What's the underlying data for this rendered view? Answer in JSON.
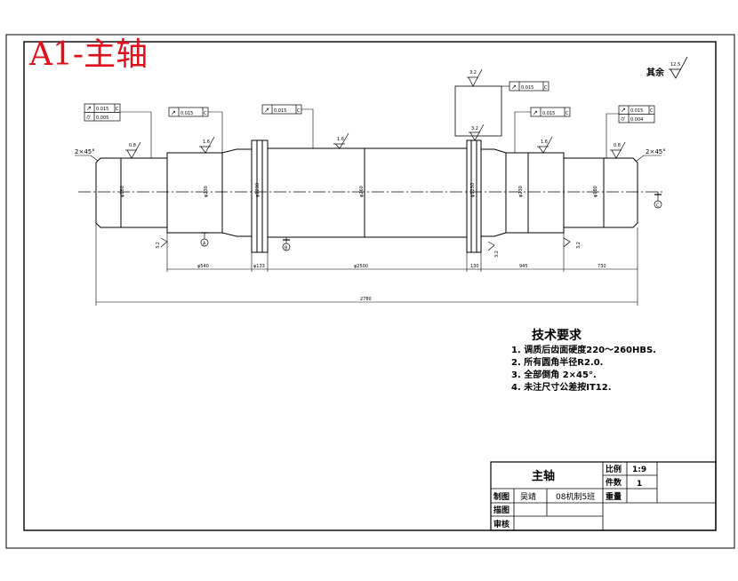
{
  "title_stamp": "A1-主轴",
  "roughness": {
    "other": {
      "label": "其余",
      "value": "12.5"
    },
    "marks": [
      "0.8",
      "1.6",
      "1.6",
      "3.2",
      "3.2",
      "1.6",
      "0.8",
      "3.2",
      "3.2",
      "3.2"
    ]
  },
  "chamfer_left": "2×45°",
  "chamfer_right": "2×45°",
  "tolerance_frames": [
    {
      "rows": [
        {
          "symbol": "↗",
          "value": "0.015",
          "datum": "C"
        },
        {
          "symbol": "⌭",
          "value": "0.005",
          "datum": ""
        }
      ]
    },
    {
      "rows": [
        {
          "symbol": "↗",
          "value": "0.015",
          "datum": "C"
        }
      ]
    },
    {
      "rows": [
        {
          "symbol": "↗",
          "value": "0.015",
          "datum": "C"
        }
      ]
    },
    {
      "rows": [
        {
          "symbol": "↗",
          "value": "0.015",
          "datum": "C"
        }
      ]
    },
    {
      "rows": [
        {
          "symbol": "↗",
          "value": "0.015",
          "datum": "C"
        }
      ]
    },
    {
      "rows": [
        {
          "symbol": "↗",
          "value": "0.015",
          "datum": "C"
        },
        {
          "symbol": "⌭",
          "value": "0.004",
          "datum": ""
        }
      ]
    }
  ],
  "datum_labels": [
    "A",
    "B",
    "C"
  ],
  "dim_labels": {
    "d1": "φ180",
    "d2": "φ230",
    "d3": "φ1230",
    "d4": "φ1230",
    "d5": "φ230",
    "d6": "φ180",
    "d7": "φ260",
    "d8": "φ260",
    "l1": "φ133",
    "l2": "φ540",
    "l3": "φ2500",
    "l4": "130",
    "l5": "945",
    "l6": "730",
    "total": "2780"
  },
  "tech_requirements": {
    "heading": "技术要求",
    "items": [
      "1. 调质后齿面硬度220～260HBS.",
      "2. 所有圆角半径R2.0.",
      "3. 全部倒角 2×45°.",
      "4. 未注尺寸公差按IT12."
    ]
  },
  "title_block": {
    "part_name": "主轴",
    "scale_label": "比例",
    "scale_value": "1:9",
    "qty_label": "件数",
    "qty_value": "1",
    "weight_label": "重量",
    "rows": [
      {
        "role": "制图",
        "name": "吴靖",
        "info": "08机制5班"
      },
      {
        "role": "描图",
        "name": "",
        "info": ""
      },
      {
        "role": "审核",
        "name": "",
        "info": ""
      }
    ]
  }
}
